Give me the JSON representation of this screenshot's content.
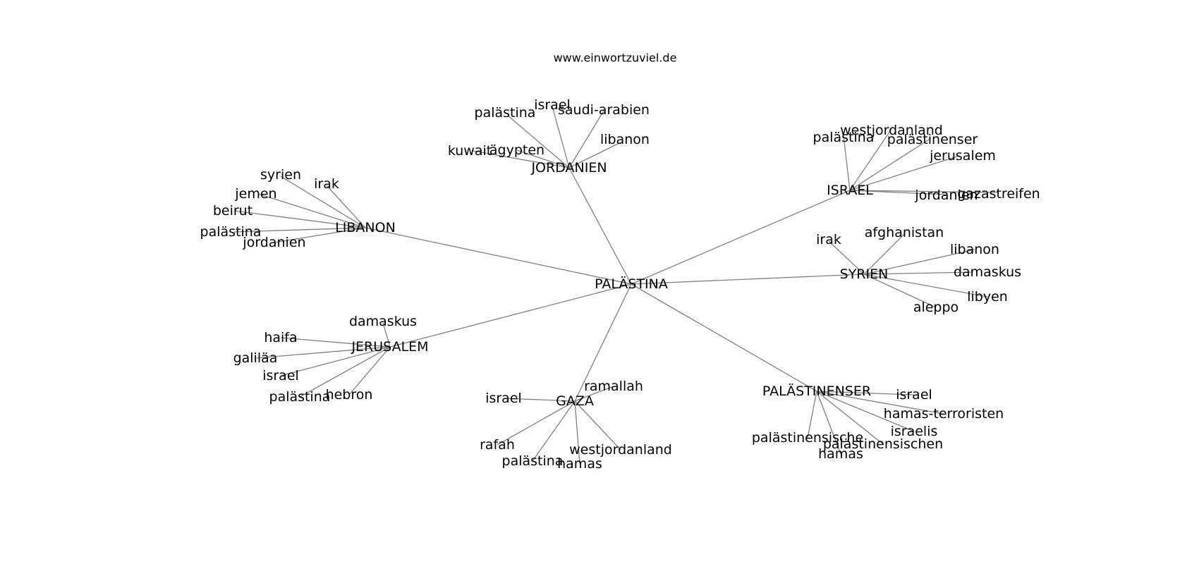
{
  "site_label": "www.einwortzuviel.de",
  "graph": {
    "root": {
      "id": "palastina",
      "label": "PALÄSTINA",
      "children": [
        {
          "id": "jordanien",
          "label": "JORDANIEN",
          "children": [
            "palästina",
            "israel",
            "saudi-arabien",
            "libanon",
            "kuwait",
            "ägypten"
          ]
        },
        {
          "id": "israel",
          "label": "ISRAEL",
          "children": [
            "palästina",
            "westjordanland",
            "palästinenser",
            "jerusalem",
            "jordanien",
            "gazastreifen"
          ]
        },
        {
          "id": "libanon",
          "label": "LIBANON",
          "children": [
            "syrien",
            "irak",
            "jemen",
            "beirut",
            "palästina",
            "jordanien"
          ]
        },
        {
          "id": "syrien",
          "label": "SYRIEN",
          "children": [
            "irak",
            "afghanistan",
            "libanon",
            "damaskus",
            "libyen",
            "aleppo"
          ]
        },
        {
          "id": "jerusalem",
          "label": "JERUSALEM",
          "children": [
            "damaskus",
            "haifa",
            "galiläa",
            "israel",
            "palästina",
            "hebron"
          ]
        },
        {
          "id": "gaza",
          "label": "GAZA",
          "children": [
            "ramallah",
            "israel",
            "rafah",
            "palästina",
            "hamas",
            "westjordanland"
          ]
        },
        {
          "id": "palastinenser",
          "label": "PALÄSTINENSER",
          "children": [
            "israel",
            "hamas-terroristen",
            "israelis",
            "palästinensischen",
            "palästinensische",
            "hamas"
          ]
        }
      ]
    }
  }
}
